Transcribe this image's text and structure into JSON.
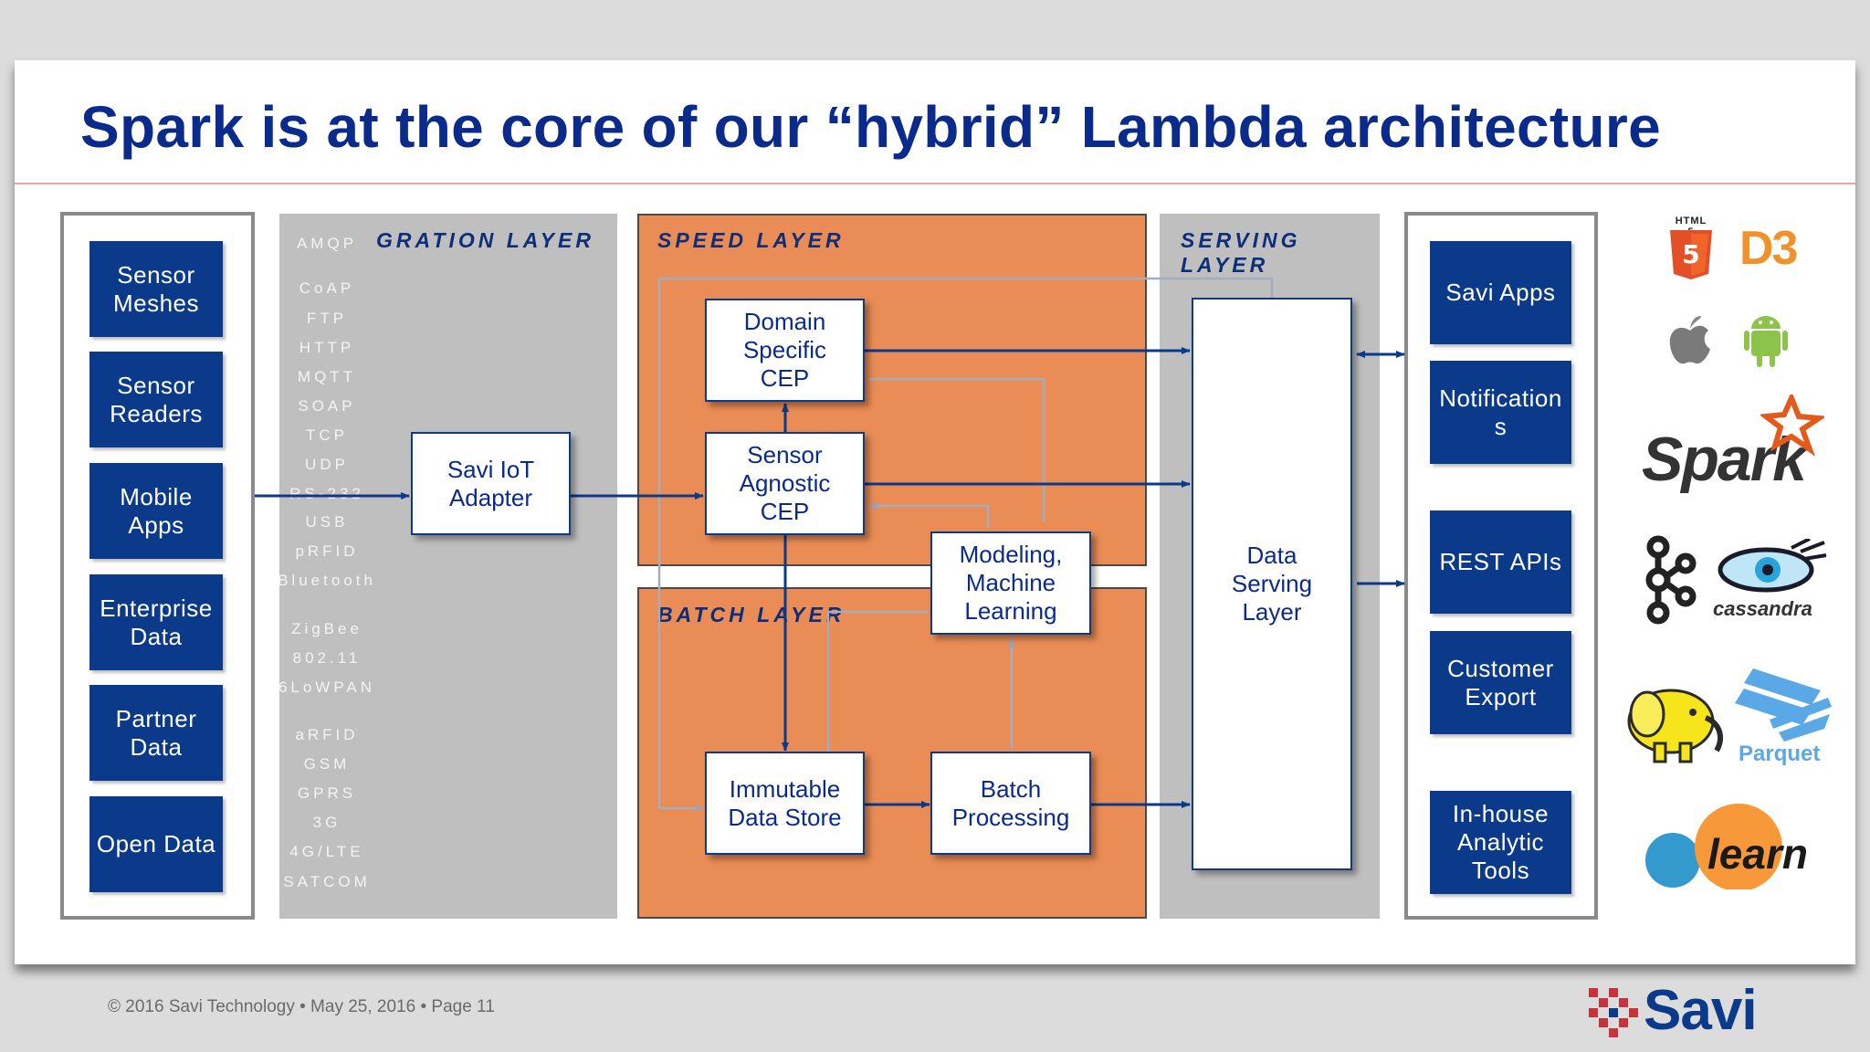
{
  "title": "Spark is at the core of our “hybrid” Lambda architecture",
  "sources": [
    "Sensor Meshes",
    "Sensor Readers",
    "Mobile Apps",
    "Enterprise Data",
    "Partner Data",
    "Open Data"
  ],
  "integration_label": "GRATION LAYER",
  "protocols": [
    "AMQP",
    "CoAP",
    "FTP",
    "HTTP",
    "MQTT",
    "SOAP",
    "TCP",
    "UDP",
    "RS-232",
    "USB",
    "pRFID",
    "Bluetooth",
    "ZigBee",
    "802.11",
    "6LoWPAN",
    "aRFID",
    "GSM",
    "GPRS",
    "3G",
    "4G/LTE",
    "SATCOM"
  ],
  "adapter": "Savi IoT Adapter",
  "speed_label": "SPEED LAYER",
  "batch_label": "BATCH LAYER",
  "serving_label": "SERVING LAYER",
  "nodes": {
    "domain_cep": "Domain Specific CEP",
    "agnostic_cep": "Sensor Agnostic CEP",
    "modeling": "Modeling, Machine Learning",
    "immutable": "Immutable Data Store",
    "batch_processing": "Batch Processing",
    "data_serving": "Data Serving Layer"
  },
  "outputs": [
    "Savi Apps",
    "Notifications",
    "REST APIs",
    "Customer Export",
    "In-house Analytic Tools"
  ],
  "logos": {
    "html5": "HTML 5",
    "d3": "D3",
    "apple": "apple-icon",
    "android": "android-icon",
    "spark": "Spark",
    "kafka": "kafka-icon",
    "cassandra": "cassandra",
    "hadoop": "hadoop-elephant-icon",
    "parquet": "Parquet",
    "sklearn": "learn"
  },
  "footer": "© 2016 Savi Technology  •  May 25, 2016   •  Page 11",
  "brand": "Savi",
  "colors": {
    "navy": "#0b3a8a",
    "title": "#0a2a8c",
    "orange": "#e98c55",
    "gray": "#bfbfbf"
  }
}
